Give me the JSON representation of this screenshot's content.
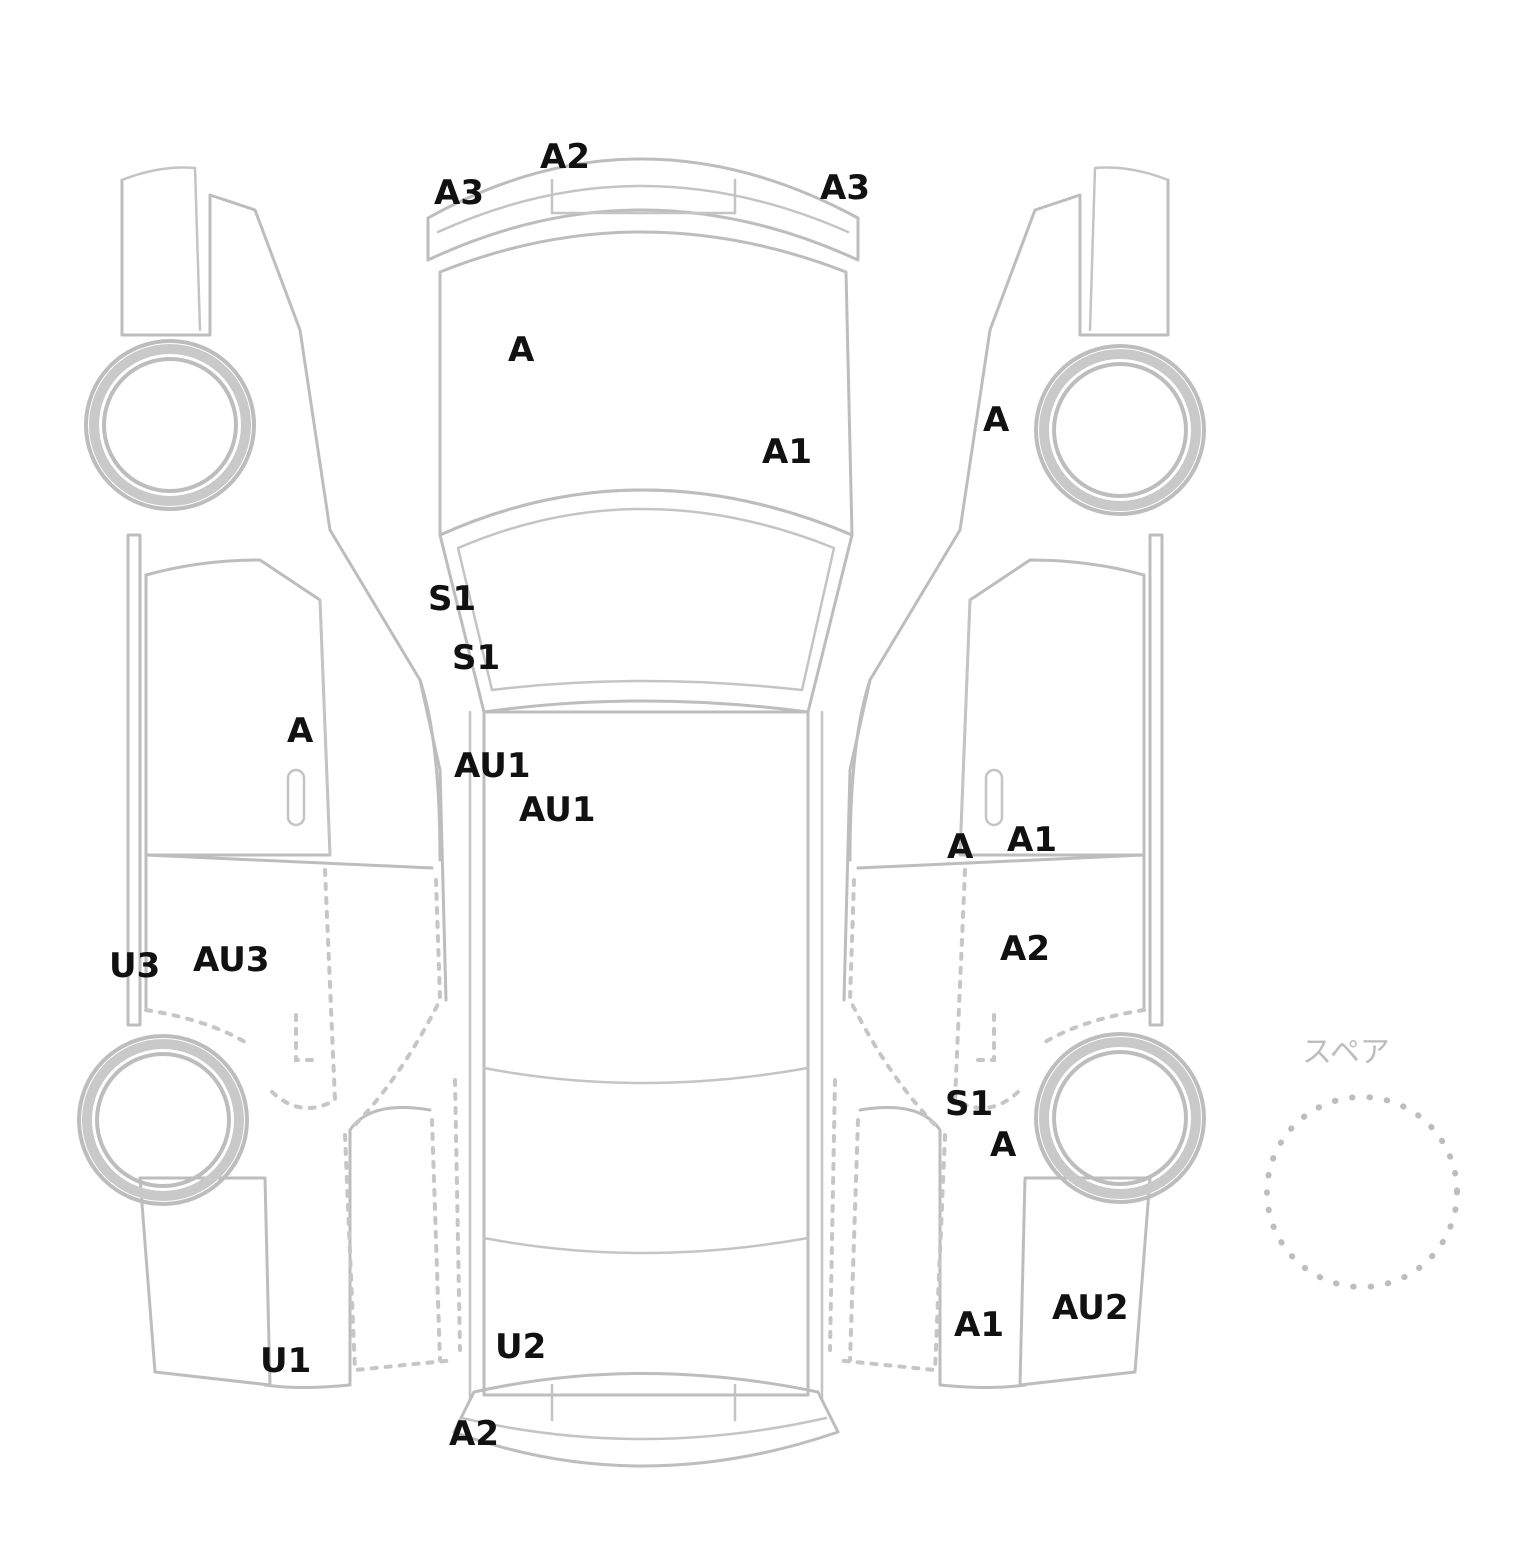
{
  "diagram": {
    "spare_label": "スペア",
    "damage_marks": [
      {
        "id": "m01",
        "code": "A2"
      },
      {
        "id": "m02",
        "code": "A3"
      },
      {
        "id": "m03",
        "code": "A3"
      },
      {
        "id": "m04",
        "code": "A"
      },
      {
        "id": "m05",
        "code": "A1"
      },
      {
        "id": "m06",
        "code": "A"
      },
      {
        "id": "m07",
        "code": "S1"
      },
      {
        "id": "m08",
        "code": "S1"
      },
      {
        "id": "m09",
        "code": "A"
      },
      {
        "id": "m10",
        "code": "AU1"
      },
      {
        "id": "m11",
        "code": "AU1"
      },
      {
        "id": "m12",
        "code": "A"
      },
      {
        "id": "m13",
        "code": "A1"
      },
      {
        "id": "m14",
        "code": "U3"
      },
      {
        "id": "m15",
        "code": "AU3"
      },
      {
        "id": "m16",
        "code": "A2"
      },
      {
        "id": "m17",
        "code": "S1"
      },
      {
        "id": "m18",
        "code": "A"
      },
      {
        "id": "m19",
        "code": "AU2"
      },
      {
        "id": "m20",
        "code": "A1"
      },
      {
        "id": "m21",
        "code": "U1"
      },
      {
        "id": "m22",
        "code": "U2"
      },
      {
        "id": "m23",
        "code": "A2"
      }
    ]
  }
}
